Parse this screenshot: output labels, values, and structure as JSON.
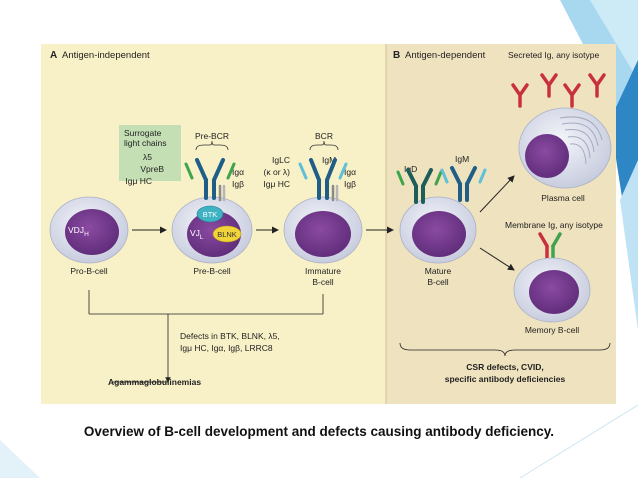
{
  "panelA": {
    "letter": "A",
    "title": "Antigen-independent"
  },
  "panelB": {
    "letter": "B",
    "title": "Antigen-dependent"
  },
  "surrogate": {
    "line1": "Surrogate",
    "line2": "light chains"
  },
  "prebcr_label": "Pre-BCR",
  "bcr_label": "BCR",
  "chains": {
    "l5": "λ5",
    "vpreb": "VpreB",
    "iguhc": "Igμ HC",
    "iga": "Igα",
    "igb": "Igβ",
    "iglc": "IgLC",
    "korl": "(κ or λ)",
    "igm": "IgM",
    "igd": "IgD"
  },
  "cells": {
    "pro": {
      "nucleus": "VDJ",
      "nucleus_sub": "H",
      "name": "Pro-B-cell"
    },
    "pre": {
      "nucleus": "VJ",
      "nucleus_sub": "L",
      "name": "Pre-B-cell",
      "btk": "BTK",
      "blnk": "BLNK"
    },
    "immature": {
      "name1": "Immature",
      "name2": "B-cell"
    },
    "mature": {
      "name1": "Mature",
      "name2": "B-cell"
    },
    "plasma": {
      "name": "Plasma cell",
      "top_label": "Secreted Ig, any isotype"
    },
    "memory": {
      "name": "Memory B-cell",
      "top_label": "Membrane Ig, any isotype"
    }
  },
  "defects_a": {
    "line1": "Defects in BTK, BLNK, λ5,",
    "line2": "Igμ HC, Igα, Igβ, LRRC8",
    "result": "Agammaglobulinemias"
  },
  "defects_b": {
    "line1": "CSR defects, CVID,",
    "line2": "specific antibody deficiencies"
  },
  "caption": "Overview of B-cell development and defects causing antibody deficiency.",
  "colors": {
    "panelA": "#f8f1c7",
    "panelB": "#efe2be",
    "nucleus": "#7b3f92",
    "cell": "#dfe3ef",
    "surrogate_box": "#c5dfb4",
    "accent_teal": "#3fb3c3",
    "accent_dark": "#1f5f87",
    "plasma_red": "#c8313b"
  }
}
